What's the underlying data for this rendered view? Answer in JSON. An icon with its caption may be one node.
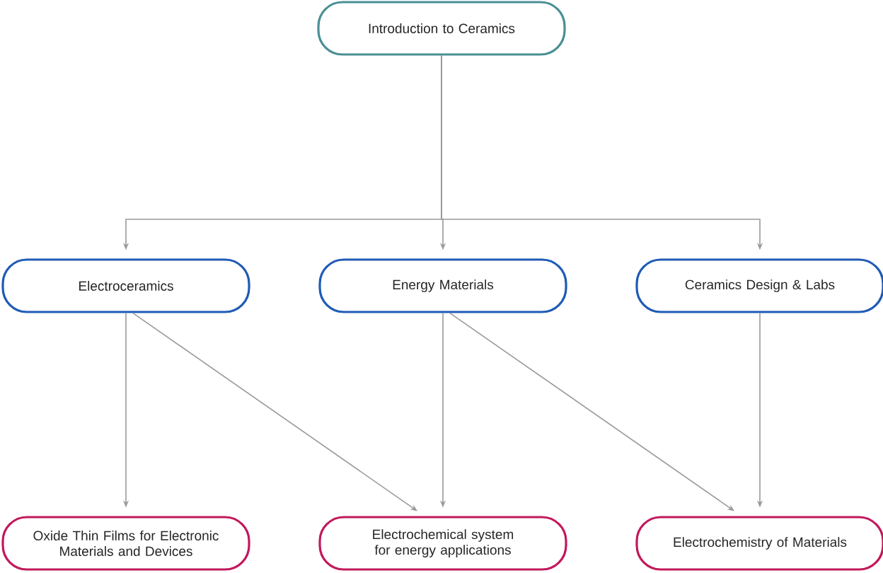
{
  "diagram": {
    "nodes": [
      {
        "text": [
          "Introduction to Ceramics"
        ]
      },
      {
        "text": [
          "Electroceramics"
        ]
      },
      {
        "text": [
          "Energy Materials"
        ]
      },
      {
        "text": [
          "Ceramics Design & Labs"
        ]
      },
      {
        "text": [
          "Oxide Thin Films for Electronic Materials and Devices"
        ]
      },
      {
        "text": [
          "Electrochemical system for energy applications"
        ]
      },
      {
        "text": [
          "Electrochemistry of Materials"
        ]
      }
    ],
    "edges": [
      {
        "from": 0,
        "to": 1,
        "arrow": "to"
      },
      {
        "from": 0,
        "to": 2,
        "arrow": "to"
      },
      {
        "from": 0,
        "to": 3,
        "arrow": "to"
      },
      {
        "from": 1,
        "to": 4,
        "arrow": "to"
      },
      {
        "from": 1,
        "to": 5,
        "arrow": "to"
      },
      {
        "from": 2,
        "to": 5,
        "arrow": "to"
      },
      {
        "from": 2,
        "to": 6,
        "arrow": "to"
      },
      {
        "from": 3,
        "to": 6,
        "arrow": "to"
      }
    ]
  }
}
